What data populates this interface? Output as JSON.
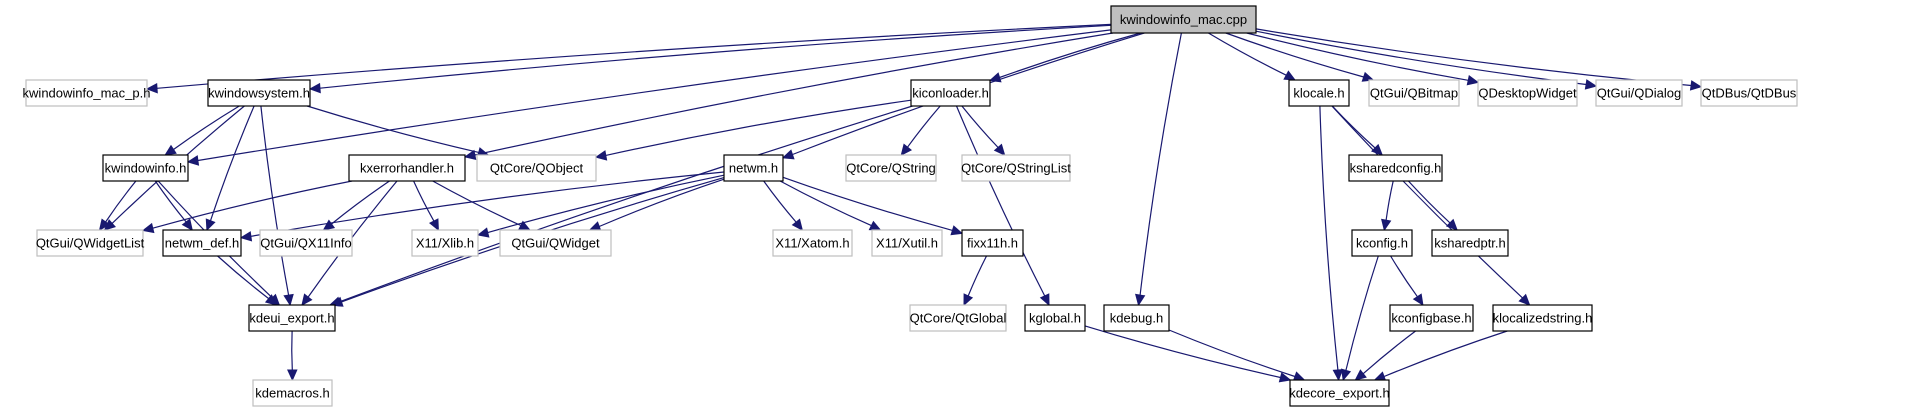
{
  "title": "kwindowinfo_mac.cpp include dependency graph",
  "colors": {
    "edge": "#191970",
    "root_fill": "#bfbfbf",
    "local_border": "#000000",
    "external_border": "#bfbfbf"
  },
  "nodes": [
    {
      "id": "root",
      "label": "kwindowinfo_mac.cpp",
      "kind": "root"
    },
    {
      "id": "kwindowinfo_mac_p",
      "label": "kwindowinfo_mac_p.h",
      "kind": "external"
    },
    {
      "id": "kwindowsystem",
      "label": "kwindowsystem.h",
      "kind": "local"
    },
    {
      "id": "kwindowinfo",
      "label": "kwindowinfo.h",
      "kind": "local"
    },
    {
      "id": "kxerrorhandler",
      "label": "kxerrorhandler.h",
      "kind": "local"
    },
    {
      "id": "qobject",
      "label": "QtCore/QObject",
      "kind": "external"
    },
    {
      "id": "netwm",
      "label": "netwm.h",
      "kind": "local"
    },
    {
      "id": "kiconloader",
      "label": "kiconloader.h",
      "kind": "local"
    },
    {
      "id": "qstring",
      "label": "QtCore/QString",
      "kind": "external"
    },
    {
      "id": "qstringlist",
      "label": "QtCore/QStringList",
      "kind": "external"
    },
    {
      "id": "klocale",
      "label": "klocale.h",
      "kind": "local"
    },
    {
      "id": "qbitmap",
      "label": "QtGui/QBitmap",
      "kind": "external"
    },
    {
      "id": "qdesktopwidget",
      "label": "QDesktopWidget",
      "kind": "external"
    },
    {
      "id": "qdialog",
      "label": "QtGui/QDialog",
      "kind": "external"
    },
    {
      "id": "qtdbus",
      "label": "QtDBus/QtDBus",
      "kind": "external"
    },
    {
      "id": "qwidgetlist",
      "label": "QtGui/QWidgetList",
      "kind": "external"
    },
    {
      "id": "netwm_def",
      "label": "netwm_def.h",
      "kind": "local"
    },
    {
      "id": "qx11info",
      "label": "QtGui/QX11Info",
      "kind": "external"
    },
    {
      "id": "xlib",
      "label": "X11/Xlib.h",
      "kind": "external"
    },
    {
      "id": "qwidget",
      "label": "QtGui/QWidget",
      "kind": "external"
    },
    {
      "id": "xatom",
      "label": "X11/Xatom.h",
      "kind": "external"
    },
    {
      "id": "xutil",
      "label": "X11/Xutil.h",
      "kind": "external"
    },
    {
      "id": "fixx11h",
      "label": "fixx11h.h",
      "kind": "local"
    },
    {
      "id": "ksharedconfig",
      "label": "ksharedconfig.h",
      "kind": "local"
    },
    {
      "id": "kconfig",
      "label": "kconfig.h",
      "kind": "local"
    },
    {
      "id": "ksharedptr",
      "label": "ksharedptr.h",
      "kind": "local"
    },
    {
      "id": "kdeui_export",
      "label": "kdeui_export.h",
      "kind": "local"
    },
    {
      "id": "qtglobal",
      "label": "QtCore/QtGlobal",
      "kind": "external"
    },
    {
      "id": "kglobal",
      "label": "kglobal.h",
      "kind": "local"
    },
    {
      "id": "kdebug",
      "label": "kdebug.h",
      "kind": "local"
    },
    {
      "id": "kconfigbase",
      "label": "kconfigbase.h",
      "kind": "local"
    },
    {
      "id": "klocalizedstring",
      "label": "klocalizedstring.h",
      "kind": "local"
    },
    {
      "id": "kdemacros",
      "label": "kdemacros.h",
      "kind": "external"
    },
    {
      "id": "kdecore_export",
      "label": "kdecore_export.h",
      "kind": "local"
    }
  ],
  "edges": [
    [
      "root",
      "kwindowinfo_mac_p"
    ],
    [
      "root",
      "kwindowsystem"
    ],
    [
      "root",
      "kwindowinfo"
    ],
    [
      "root",
      "kxerrorhandler"
    ],
    [
      "root",
      "netwm"
    ],
    [
      "root",
      "kiconloader"
    ],
    [
      "root",
      "kdebug"
    ],
    [
      "root",
      "klocale"
    ],
    [
      "root",
      "qbitmap"
    ],
    [
      "root",
      "qdesktopwidget"
    ],
    [
      "root",
      "qdialog"
    ],
    [
      "root",
      "qtdbus"
    ],
    [
      "kwindowsystem",
      "kwindowinfo"
    ],
    [
      "kwindowsystem",
      "qobject"
    ],
    [
      "kwindowsystem",
      "qwidgetlist"
    ],
    [
      "kwindowsystem",
      "netwm_def"
    ],
    [
      "kwindowsystem",
      "kdeui_export"
    ],
    [
      "kwindowinfo",
      "qwidgetlist"
    ],
    [
      "kwindowinfo",
      "netwm_def"
    ],
    [
      "kwindowinfo",
      "kdeui_export"
    ],
    [
      "kxerrorhandler",
      "qwidgetlist"
    ],
    [
      "kxerrorhandler",
      "qx11info"
    ],
    [
      "kxerrorhandler",
      "xlib"
    ],
    [
      "kxerrorhandler",
      "qwidget"
    ],
    [
      "kxerrorhandler",
      "kdeui_export"
    ],
    [
      "netwm",
      "netwm_def"
    ],
    [
      "netwm",
      "xlib"
    ],
    [
      "netwm",
      "qwidget"
    ],
    [
      "netwm",
      "xatom"
    ],
    [
      "netwm",
      "xutil"
    ],
    [
      "netwm",
      "fixx11h"
    ],
    [
      "netwm",
      "kdeui_export"
    ],
    [
      "kiconloader",
      "qobject"
    ],
    [
      "kiconloader",
      "qstring"
    ],
    [
      "kiconloader",
      "qstringlist"
    ],
    [
      "kiconloader",
      "kdeui_export"
    ],
    [
      "kiconloader",
      "kglobal"
    ],
    [
      "netwm_def",
      "kdeui_export"
    ],
    [
      "fixx11h",
      "qtglobal"
    ],
    [
      "kdeui_export",
      "kdemacros"
    ],
    [
      "klocale",
      "ksharedconfig"
    ],
    [
      "klocale",
      "klocalizedstring"
    ],
    [
      "klocale",
      "kdecore_export"
    ],
    [
      "ksharedconfig",
      "kconfig"
    ],
    [
      "ksharedconfig",
      "ksharedptr"
    ],
    [
      "kconfig",
      "kconfigbase"
    ],
    [
      "kconfig",
      "kdecore_export"
    ],
    [
      "kglobal",
      "kdecore_export"
    ],
    [
      "kdebug",
      "kdecore_export"
    ],
    [
      "kconfigbase",
      "kdecore_export"
    ],
    [
      "klocalizedstring",
      "kdecore_export"
    ]
  ]
}
